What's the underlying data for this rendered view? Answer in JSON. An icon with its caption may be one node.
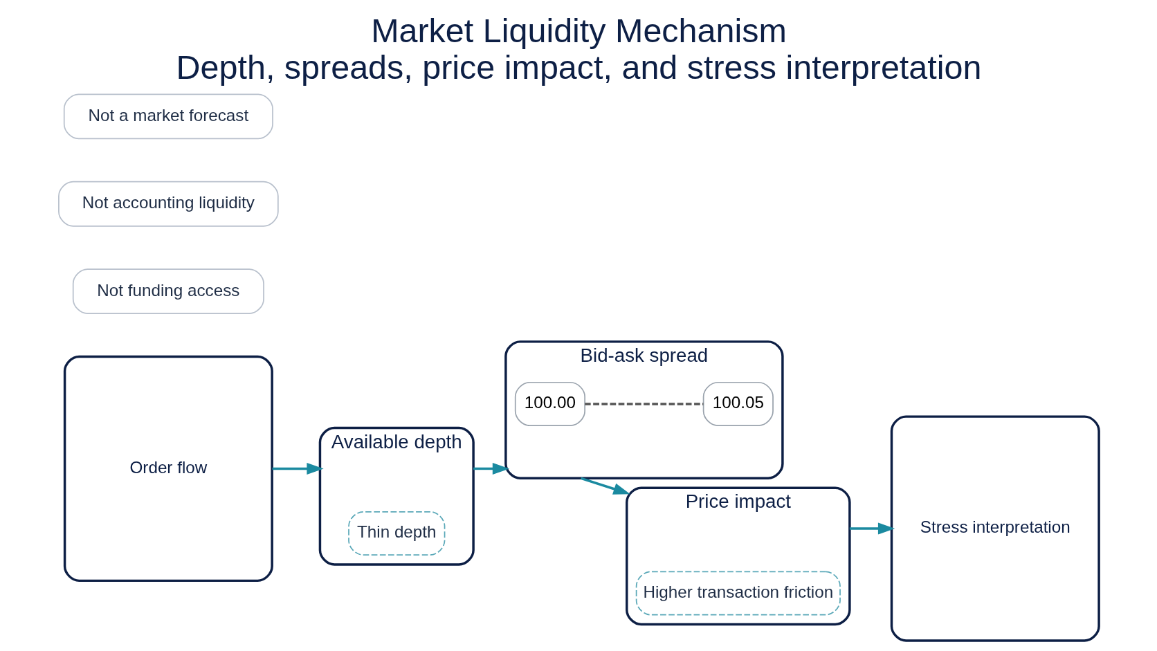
{
  "diagram": {
    "title": "Market Liquidity Mechanism",
    "caption": "Depth, spreads, price impact, and stress interpretation",
    "nodes": [
      {
        "text": [
          "Order flow"
        ]
      },
      {
        "text": [
          "Available depth"
        ]
      },
      {
        "text": [
          "Thin depth"
        ],
        "in": 1
      },
      {
        "text": [
          "Bid-ask spread"
        ]
      },
      {
        "text": [
          "100.00"
        ],
        "in": 3
      },
      {
        "text": [
          "100.05"
        ],
        "in": 3
      },
      {
        "text": [
          "Price impact"
        ]
      },
      {
        "text": [
          "Higher transaction friction"
        ],
        "in": 6
      },
      {
        "text": [
          "Stress interpretation"
        ]
      },
      {
        "text": [
          "Not funding access"
        ]
      },
      {
        "text": [
          "Not accounting liquidity"
        ]
      },
      {
        "text": [
          "Not a market forecast"
        ]
      }
    ],
    "edges": [
      {
        "from": 0,
        "to": 1,
        "arrow": "to"
      },
      {
        "from": 1,
        "to": 3,
        "arrow": "to"
      },
      {
        "from": 4,
        "to": 5,
        "arrow": "none",
        "style": "dashed",
        "color": "#555555"
      },
      {
        "from": 3,
        "to": 6,
        "arrow": "to"
      },
      {
        "from": 6,
        "to": 8,
        "arrow": "to"
      }
    ]
  }
}
